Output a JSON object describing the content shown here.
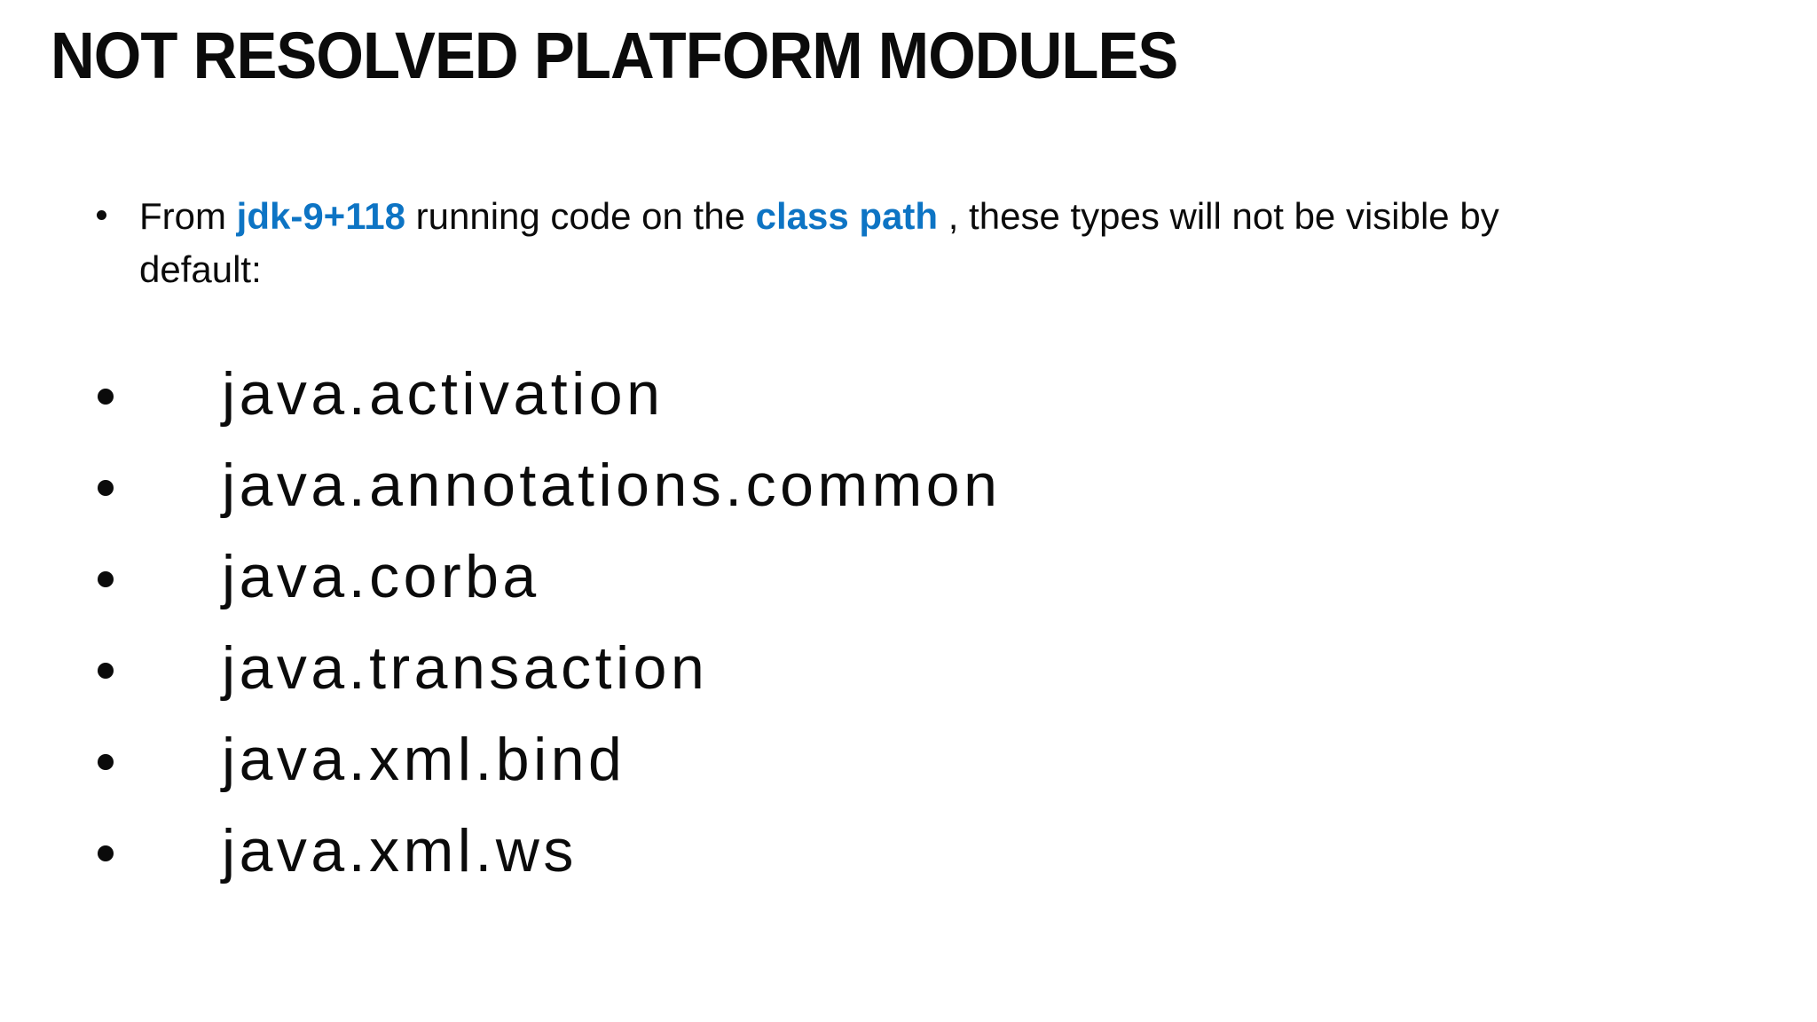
{
  "slide": {
    "title": "NOT RESOLVED PLATFORM MODULES",
    "intro": {
      "bullet_icon": "dot",
      "segments": [
        {
          "text": "From "
        },
        {
          "text": "jdk-9+118",
          "highlight": true
        },
        {
          "text": " running code on the "
        },
        {
          "text": "class path",
          "highlight": true
        },
        {
          "text": " , these types will not be visible by"
        },
        {
          "break": true
        },
        {
          "text": "default:"
        }
      ]
    },
    "modules": [
      "java.activation",
      "java.annotations.common",
      "java.corba",
      "java.transaction",
      "java.xml.bind",
      "java.xml.ws"
    ],
    "colors": {
      "background": "#ffffff",
      "text": "#0b0b0b",
      "highlight_blue": "#0d74c4"
    }
  }
}
